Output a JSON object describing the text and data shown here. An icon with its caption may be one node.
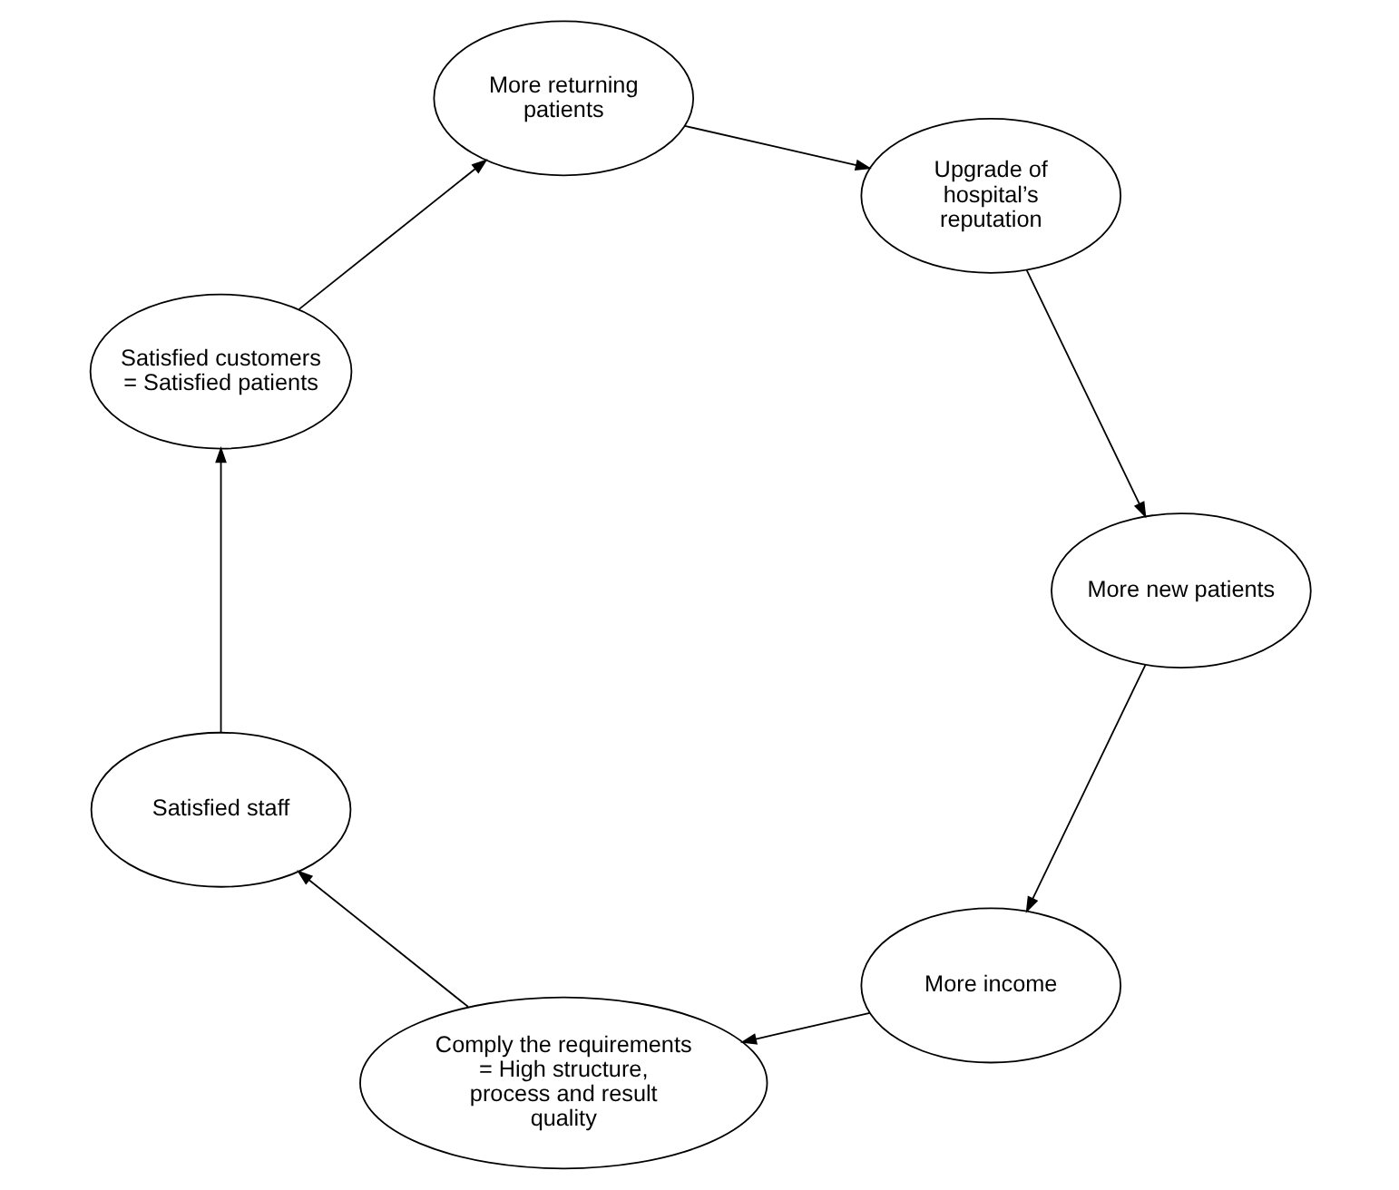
{
  "diagram": {
    "nodes": [
      {
        "text": [
          "More income"
        ]
      },
      {
        "text": [
          "Comply the requirements = High structure, process and result quality"
        ]
      },
      {
        "text": [
          "Satisfied staff"
        ]
      },
      {
        "text": [
          "Satisfied customers = Satisfied patients"
        ]
      },
      {
        "text": [
          "More returning patients"
        ]
      },
      {
        "text": [
          "Upgrade of hospital’s reputation"
        ]
      },
      {
        "text": [
          "More new patients"
        ]
      }
    ],
    "edges": [
      {
        "from": 0,
        "to": 1,
        "arrow": "to"
      },
      {
        "from": 1,
        "to": 2,
        "arrow": "to"
      },
      {
        "from": 2,
        "to": 3,
        "arrow": "to"
      },
      {
        "from": 3,
        "to": 4,
        "arrow": "to"
      },
      {
        "from": 4,
        "to": 5,
        "arrow": "to"
      },
      {
        "from": 5,
        "to": 6,
        "arrow": "to"
      },
      {
        "from": 6,
        "to": 0,
        "arrow": "to"
      }
    ]
  }
}
